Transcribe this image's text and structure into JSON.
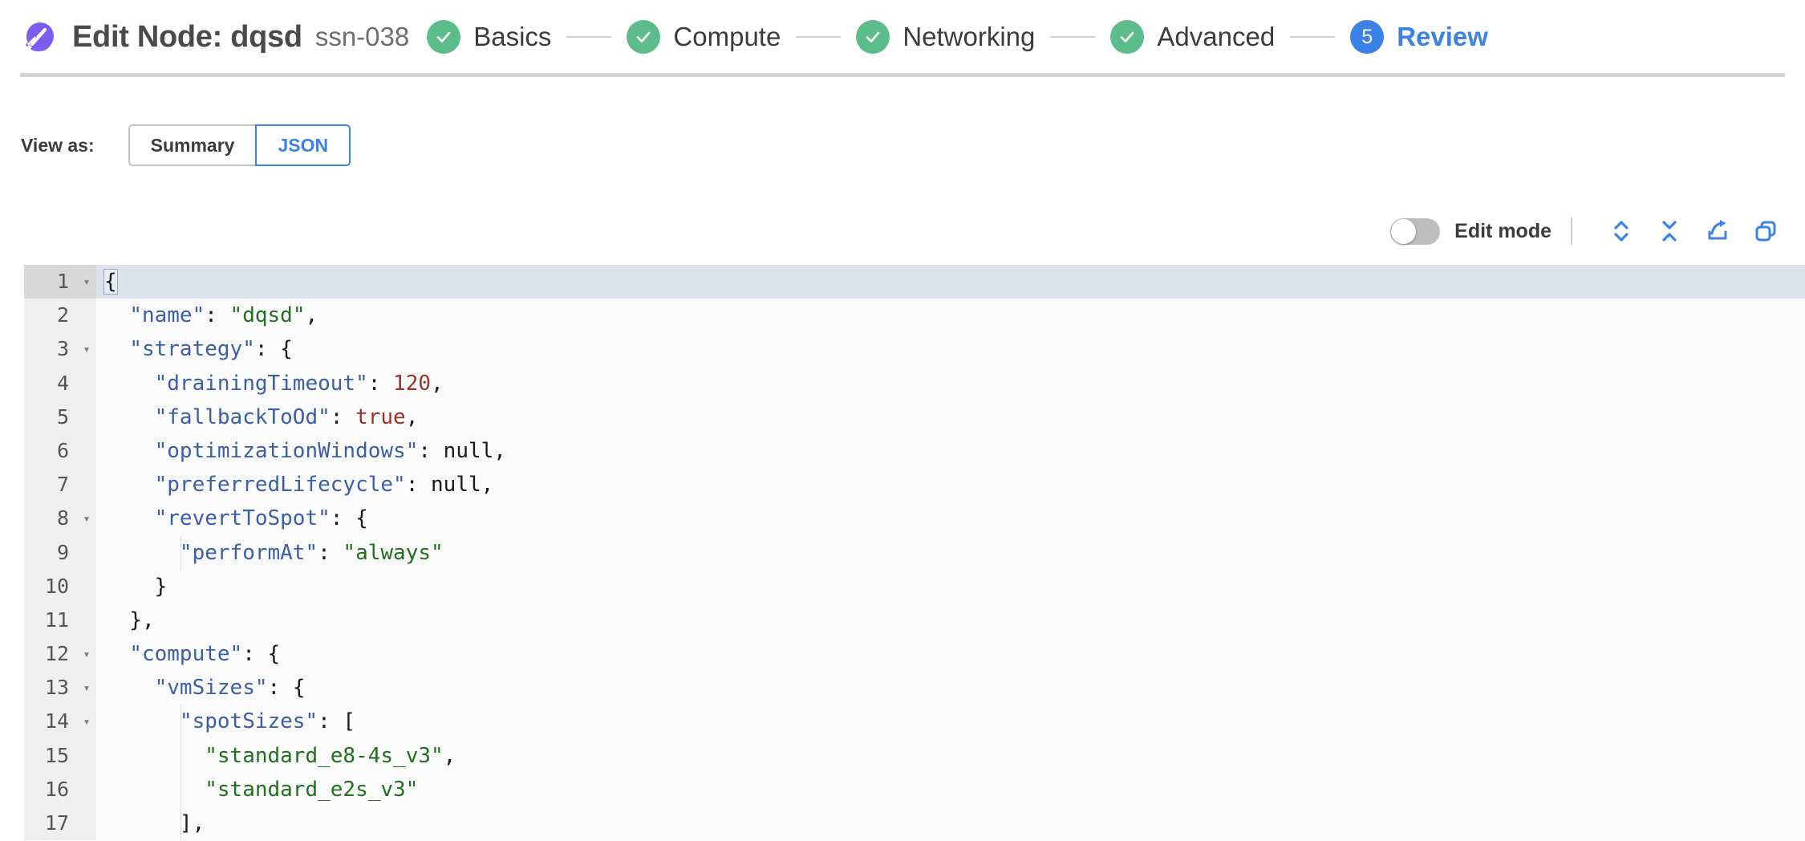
{
  "header": {
    "logo_icon": "spot-comet-logo-icon",
    "title": "Edit Node: dqsd",
    "subtitle": "ssn-038",
    "steps": [
      {
        "label": "Basics",
        "state": "done",
        "marker": "check"
      },
      {
        "label": "Compute",
        "state": "done",
        "marker": "check"
      },
      {
        "label": "Networking",
        "state": "done",
        "marker": "check"
      },
      {
        "label": "Advanced",
        "state": "done",
        "marker": "check"
      },
      {
        "label": "Review",
        "state": "active",
        "marker": "5"
      }
    ]
  },
  "view_as": {
    "label": "View as:",
    "options": [
      {
        "label": "Summary",
        "selected": false
      },
      {
        "label": "JSON",
        "selected": true
      }
    ]
  },
  "editor_toolbar": {
    "edit_mode_label": "Edit mode",
    "edit_mode_on": false,
    "actions": [
      {
        "name": "expand-all-icon",
        "title": "Expand all"
      },
      {
        "name": "collapse-all-icon",
        "title": "Collapse all"
      },
      {
        "name": "export-icon",
        "title": "Export"
      },
      {
        "name": "copy-icon",
        "title": "Copy"
      }
    ]
  },
  "colors": {
    "brand_purple": "#7b5cf0",
    "accent_blue": "#3b82e8",
    "step_done_green": "#5cbd8a",
    "json_key": "#3a5fa8",
    "json_string": "#217021",
    "json_number": "#9c3328",
    "active_line": "#dde3ed"
  },
  "code": {
    "language": "json",
    "active_line": 1,
    "lines": [
      {
        "n": 1,
        "fold": "open",
        "indent_guides": 0,
        "tokens": [
          {
            "t": "punc",
            "v": "{",
            "match": true
          }
        ]
      },
      {
        "n": 2,
        "fold": "",
        "indent_guides": 0,
        "tokens": [
          {
            "t": "punc",
            "v": "  "
          },
          {
            "t": "key",
            "v": "\"name\""
          },
          {
            "t": "punc",
            "v": ": "
          },
          {
            "t": "str",
            "v": "\"dqsd\""
          },
          {
            "t": "punc",
            "v": ","
          }
        ]
      },
      {
        "n": 3,
        "fold": "open",
        "indent_guides": 0,
        "tokens": [
          {
            "t": "punc",
            "v": "  "
          },
          {
            "t": "key",
            "v": "\"strategy\""
          },
          {
            "t": "punc",
            "v": ": {"
          }
        ]
      },
      {
        "n": 4,
        "fold": "",
        "indent_guides": 0,
        "tokens": [
          {
            "t": "punc",
            "v": "    "
          },
          {
            "t": "key",
            "v": "\"drainingTimeout\""
          },
          {
            "t": "punc",
            "v": ": "
          },
          {
            "t": "num",
            "v": "120"
          },
          {
            "t": "punc",
            "v": ","
          }
        ]
      },
      {
        "n": 5,
        "fold": "",
        "indent_guides": 0,
        "tokens": [
          {
            "t": "punc",
            "v": "    "
          },
          {
            "t": "key",
            "v": "\"fallbackToOd\""
          },
          {
            "t": "punc",
            "v": ": "
          },
          {
            "t": "bool",
            "v": "true"
          },
          {
            "t": "punc",
            "v": ","
          }
        ]
      },
      {
        "n": 6,
        "fold": "",
        "indent_guides": 0,
        "tokens": [
          {
            "t": "punc",
            "v": "    "
          },
          {
            "t": "key",
            "v": "\"optimizationWindows\""
          },
          {
            "t": "punc",
            "v": ": "
          },
          {
            "t": "null",
            "v": "null"
          },
          {
            "t": "punc",
            "v": ","
          }
        ]
      },
      {
        "n": 7,
        "fold": "",
        "indent_guides": 0,
        "tokens": [
          {
            "t": "punc",
            "v": "    "
          },
          {
            "t": "key",
            "v": "\"preferredLifecycle\""
          },
          {
            "t": "punc",
            "v": ": "
          },
          {
            "t": "null",
            "v": "null"
          },
          {
            "t": "punc",
            "v": ","
          }
        ]
      },
      {
        "n": 8,
        "fold": "open",
        "indent_guides": 0,
        "tokens": [
          {
            "t": "punc",
            "v": "    "
          },
          {
            "t": "key",
            "v": "\"revertToSpot\""
          },
          {
            "t": "punc",
            "v": ": {"
          }
        ]
      },
      {
        "n": 9,
        "fold": "",
        "indent_guides": 1,
        "tokens": [
          {
            "t": "punc",
            "v": "      "
          },
          {
            "t": "key",
            "v": "\"performAt\""
          },
          {
            "t": "punc",
            "v": ": "
          },
          {
            "t": "str",
            "v": "\"always\""
          }
        ]
      },
      {
        "n": 10,
        "fold": "",
        "indent_guides": 0,
        "tokens": [
          {
            "t": "punc",
            "v": "    }"
          }
        ]
      },
      {
        "n": 11,
        "fold": "",
        "indent_guides": 0,
        "tokens": [
          {
            "t": "punc",
            "v": "  },"
          }
        ]
      },
      {
        "n": 12,
        "fold": "open",
        "indent_guides": 0,
        "tokens": [
          {
            "t": "punc",
            "v": "  "
          },
          {
            "t": "key",
            "v": "\"compute\""
          },
          {
            "t": "punc",
            "v": ": {"
          }
        ]
      },
      {
        "n": 13,
        "fold": "open",
        "indent_guides": 0,
        "tokens": [
          {
            "t": "punc",
            "v": "    "
          },
          {
            "t": "key",
            "v": "\"vmSizes\""
          },
          {
            "t": "punc",
            "v": ": {"
          }
        ]
      },
      {
        "n": 14,
        "fold": "open",
        "indent_guides": 1,
        "tokens": [
          {
            "t": "punc",
            "v": "      "
          },
          {
            "t": "key",
            "v": "\"spotSizes\""
          },
          {
            "t": "punc",
            "v": ": ["
          }
        ]
      },
      {
        "n": 15,
        "fold": "",
        "indent_guides": 1,
        "tokens": [
          {
            "t": "punc",
            "v": "        "
          },
          {
            "t": "str",
            "v": "\"standard_e8-4s_v3\""
          },
          {
            "t": "punc",
            "v": ","
          }
        ]
      },
      {
        "n": 16,
        "fold": "",
        "indent_guides": 1,
        "tokens": [
          {
            "t": "punc",
            "v": "        "
          },
          {
            "t": "str",
            "v": "\"standard_e2s_v3\""
          }
        ]
      },
      {
        "n": 17,
        "fold": "",
        "indent_guides": 1,
        "tokens": [
          {
            "t": "punc",
            "v": "      ],"
          }
        ]
      }
    ]
  }
}
